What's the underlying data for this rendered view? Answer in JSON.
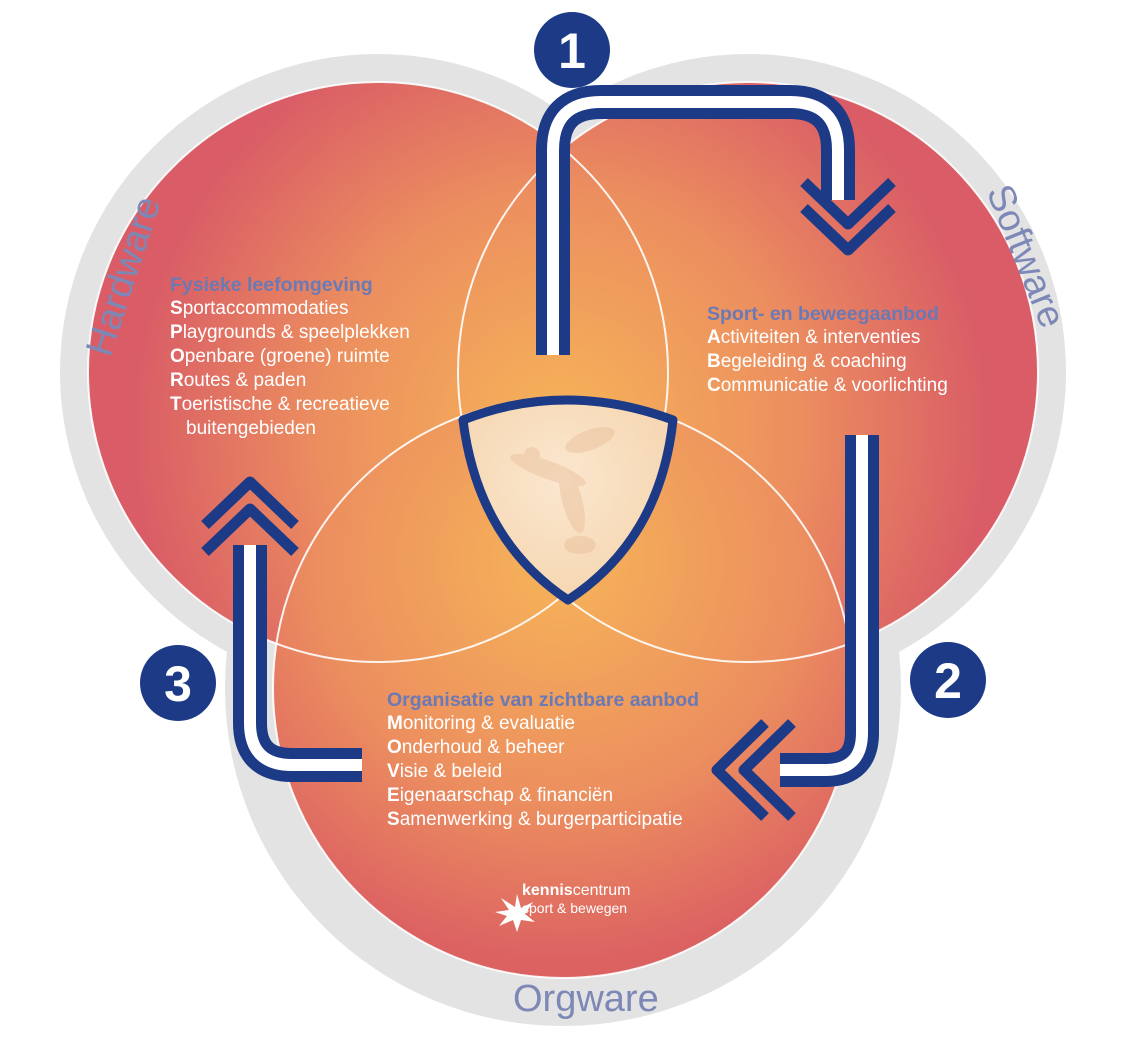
{
  "outer_labels": {
    "hardware": "Hardware",
    "software": "Software",
    "orgware": "Orgware"
  },
  "steps": [
    "1",
    "2",
    "3"
  ],
  "hardware_block": {
    "title": "Fysieke leefomgeving",
    "items": [
      {
        "initial": "S",
        "rest": "portaccommodaties"
      },
      {
        "initial": "P",
        "rest": "laygrounds & speelplekken"
      },
      {
        "initial": "O",
        "rest": "penbare (groene) ruimte"
      },
      {
        "initial": "R",
        "rest": "outes & paden"
      },
      {
        "initial": "T",
        "rest": "oeristische & recreatieve"
      },
      {
        "initial": "",
        "rest": "buitengebieden"
      }
    ]
  },
  "software_block": {
    "title": "Sport- en beweegaanbod",
    "items": [
      {
        "initial": "A",
        "rest": "ctiviteiten & interventies"
      },
      {
        "initial": "B",
        "rest": "egeleiding & coaching"
      },
      {
        "initial": "C",
        "rest": "ommunicatie & voorlichting"
      }
    ]
  },
  "orgware_block": {
    "title": "Organisatie van zichtbare aanbod",
    "items": [
      {
        "initial": "M",
        "rest": "onitoring & evaluatie"
      },
      {
        "initial": "O",
        "rest": "nderhoud & beheer"
      },
      {
        "initial": "V",
        "rest": "isie & beleid"
      },
      {
        "initial": "E",
        "rest": "igenaarschap & financiën"
      },
      {
        "initial": "S",
        "rest": "amenwerking & burgerparticipatie"
      }
    ]
  },
  "logo": {
    "line1_bold": "kennis",
    "line1_rest": "centrum",
    "line2": "sport & bewegen"
  },
  "colors": {
    "navy": "#1d3a87",
    "label_blue": "#6b79b4",
    "outer_ring": "#e2e2e2",
    "red": "#dc5e63",
    "orange": "#f2b057"
  }
}
